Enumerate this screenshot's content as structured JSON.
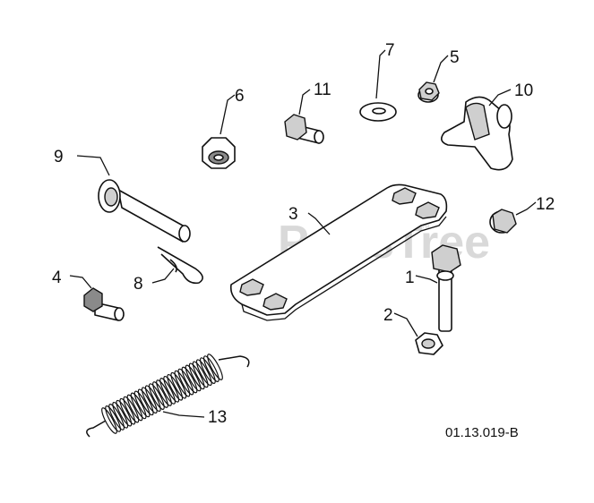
{
  "diagram": {
    "drawing_code": "01.13.019-B",
    "watermark": "PartsTree",
    "watermark_mark": "™",
    "callouts": {
      "c1": "1",
      "c2": "2",
      "c3": "3",
      "c4": "4",
      "c5": "5",
      "c6": "6",
      "c7": "7",
      "c8": "8",
      "c9": "9",
      "c10": "10",
      "c11": "11",
      "c12": "12",
      "c13": "13"
    }
  }
}
